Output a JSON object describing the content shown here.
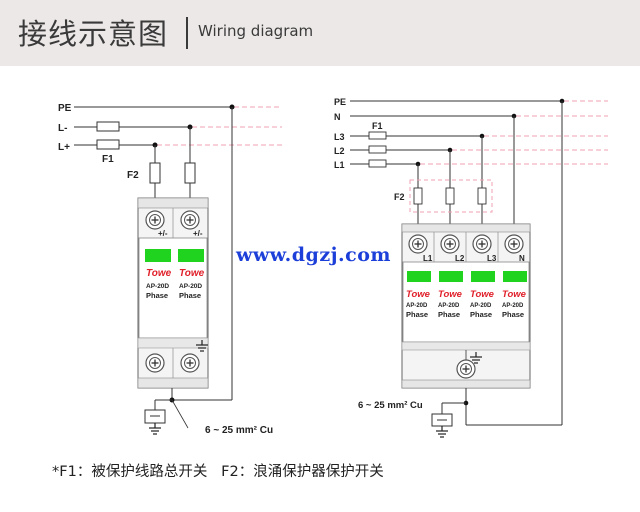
{
  "header": {
    "title_cn": "接线示意图",
    "title_en": "Wiring diagram"
  },
  "watermark": "www.dgzj.com",
  "left_diagram": {
    "lines": [
      "PE",
      "L-",
      "L+"
    ],
    "fuse_labels": {
      "f1": "F1",
      "f2": "F2"
    },
    "module_labels": [
      "+/-",
      "+/-"
    ],
    "brand": "Towe",
    "model": "AP-20D",
    "phase": "Phase",
    "cable": "6 ~ 25 mm² Cu"
  },
  "right_diagram": {
    "lines": [
      "PE",
      "N",
      "L3",
      "L2",
      "L1"
    ],
    "fuse_labels": {
      "f1": "F1",
      "f2": "F2"
    },
    "module_labels": [
      "L1",
      "L2",
      "L3",
      "N"
    ],
    "brand": "Towe",
    "model": "AP-20D",
    "phase": "Phase",
    "cable": "6 ~ 25 mm² Cu"
  },
  "footnote": "*F1：被保护线路总开关   F2：浪涌保护器保护开关",
  "colors": {
    "header_bg": "#ede8e8",
    "indicator_green": "#1fd31f",
    "brand_red": "#e0202a",
    "watermark_blue": "#1d3fd9",
    "dashed_pink": "#f0a0b4"
  }
}
